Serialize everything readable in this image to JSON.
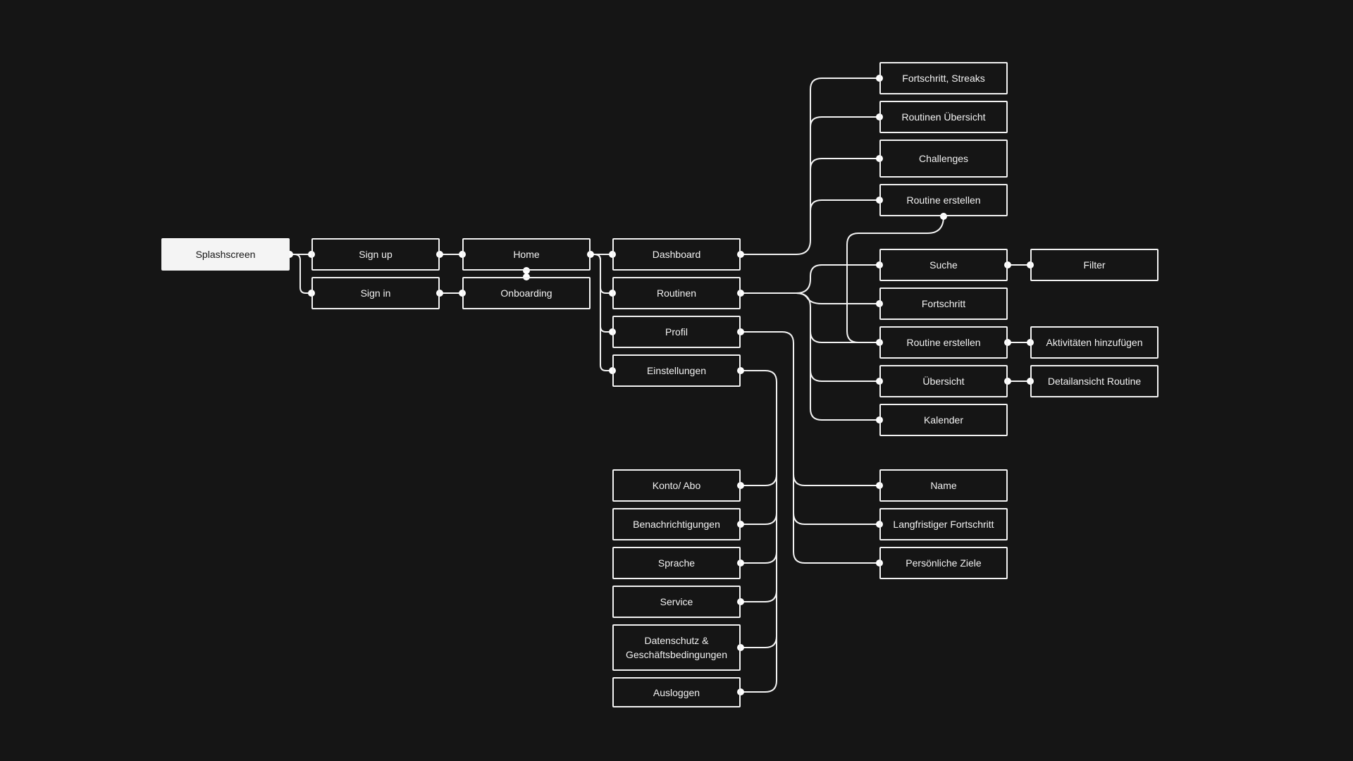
{
  "nodes": {
    "splashscreen": "Splashscreen",
    "sign_up": "Sign up",
    "sign_in": "Sign in",
    "home": "Home",
    "onboarding": "Onboarding",
    "dashboard": "Dashboard",
    "routinen": "Routinen",
    "profil": "Profil",
    "einstellungen": "Einstellungen",
    "fortschritt_streaks": "Fortschritt, Streaks",
    "routinen_uebersicht": "Routinen Übersicht",
    "challenges": "Challenges",
    "routine_erstellen_dashboard": "Routine erstellen",
    "suche": "Suche",
    "filter": "Filter",
    "fortschritt": "Fortschritt",
    "routine_erstellen": "Routine erstellen",
    "aktivitaeten_hinzufuegen": "Aktivitäten hinzufügen",
    "uebersicht": "Übersicht",
    "detailansicht_routine": "Detailansicht Routine",
    "kalender": "Kalender",
    "name": "Name",
    "langfristiger_fortschritt": "Langfristiger Fortschritt",
    "persoenliche_ziele": "Persönliche Ziele",
    "konto_abo": "Konto/ Abo",
    "benachrichtigungen": "Benachrichtigungen",
    "sprache": "Sprache",
    "service": "Service",
    "datenschutz": "Datenschutz &\nGeschäftsbedingungen",
    "ausloggen": "Ausloggen"
  },
  "colors": {
    "background": "#151515",
    "line": "#f2f2f2",
    "start_node_fill": "#f4f4f4"
  }
}
